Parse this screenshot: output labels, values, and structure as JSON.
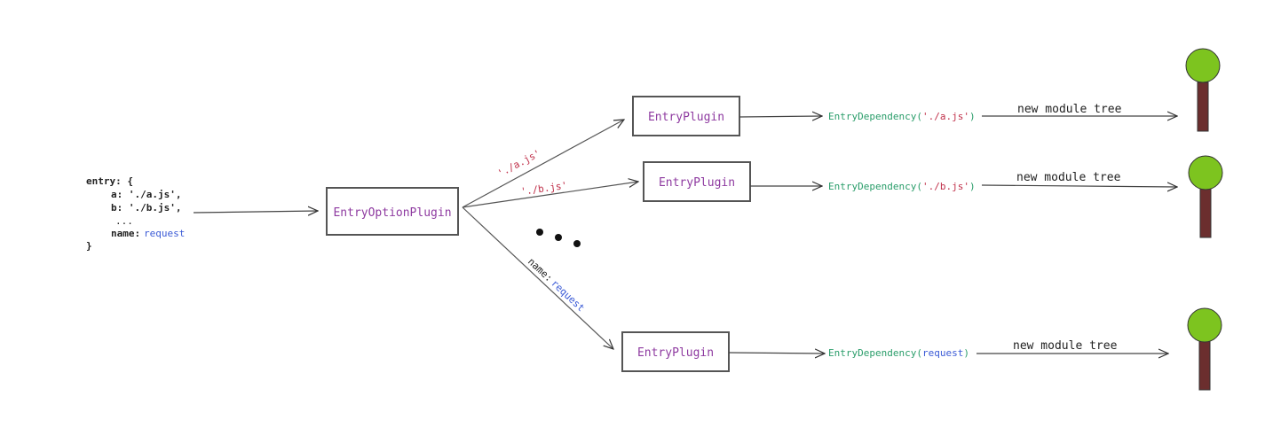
{
  "entry_code": {
    "line1": "entry: {",
    "line2": "a: './a.js',",
    "line3": "b: './b.js',",
    "line4": "...",
    "line5_key": "name:",
    "line5_val": "request",
    "line6": "}"
  },
  "option_plugin": "EntryOptionPlugin",
  "edges": {
    "a": "'./a.js'",
    "b": "'./b.js'",
    "name_key": "name:",
    "name_val": "request"
  },
  "rows": [
    {
      "plugin": "EntryPlugin",
      "dep_fn": "EntryDependency(",
      "dep_arg": "'./a.js'",
      "dep_close": ")",
      "tree": "new module tree"
    },
    {
      "plugin": "EntryPlugin",
      "dep_fn": "EntryDependency(",
      "dep_arg": "'./b.js'",
      "dep_close": ")",
      "tree": "new module tree"
    },
    {
      "plugin": "EntryPlugin",
      "dep_fn": "EntryDependency(",
      "dep_arg": "request",
      "dep_close": ")",
      "tree": "new module tree"
    }
  ],
  "colors": {
    "plugin_text": "#8e3aa0",
    "dep_green": "#2a9d6a",
    "string_red": "#c0304a",
    "keyword_blue": "#3b5bd6",
    "tree_leaf": "#7dc41f",
    "tree_trunk": "#6b2e2e"
  }
}
